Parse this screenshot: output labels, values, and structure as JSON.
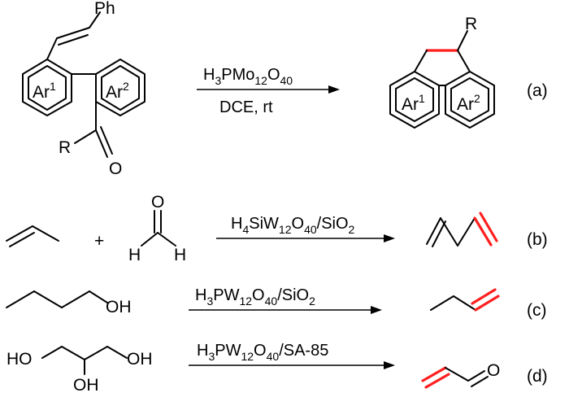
{
  "colors": {
    "ink": "#000000",
    "highlight": "#ff1f1f",
    "background": "#ffffff"
  },
  "reaction_a": {
    "substrate_labels": {
      "ph": "Ph",
      "ar1": "Ar",
      "ar1_sup": "1",
      "ar2": "Ar",
      "ar2_sup": "2",
      "r": "R",
      "o": "O"
    },
    "catalyst": {
      "p1": "H",
      "s1": "3",
      "p2": "PMo",
      "s2": "12",
      "p3": "O",
      "s3": "40"
    },
    "conditions": "DCE, rt",
    "product_labels": {
      "r": "R",
      "ar1": "Ar",
      "ar1_sup": "1",
      "ar2": "Ar",
      "ar2_sup": "2"
    },
    "tag": "(a)"
  },
  "reaction_b": {
    "plus": "+",
    "formaldehyde": {
      "o": "O",
      "h_left": "H",
      "h_right": "H"
    },
    "catalyst": {
      "p1": "H",
      "s1": "4",
      "p2": "SiW",
      "s2": "12",
      "p3": "O",
      "s3": "40",
      "p4": "/SiO",
      "s4": "2"
    },
    "tag": "(b)"
  },
  "reaction_c": {
    "substrate_oh": "OH",
    "catalyst": {
      "p1": "H",
      "s1": "3",
      "p2": "PW",
      "s2": "12",
      "p3": "O",
      "s3": "40",
      "p4": "/SiO",
      "s4": "2"
    },
    "tag": "(c)"
  },
  "reaction_d": {
    "substrate": {
      "oh1": "HO",
      "oh2": "OH",
      "oh3": "OH"
    },
    "catalyst": {
      "p1": "H",
      "s1": "3",
      "p2": "PW",
      "s2": "12",
      "p3": "O",
      "s3": "40",
      "p4": "/SA-85"
    },
    "product_o": "O",
    "tag": "(d)"
  }
}
